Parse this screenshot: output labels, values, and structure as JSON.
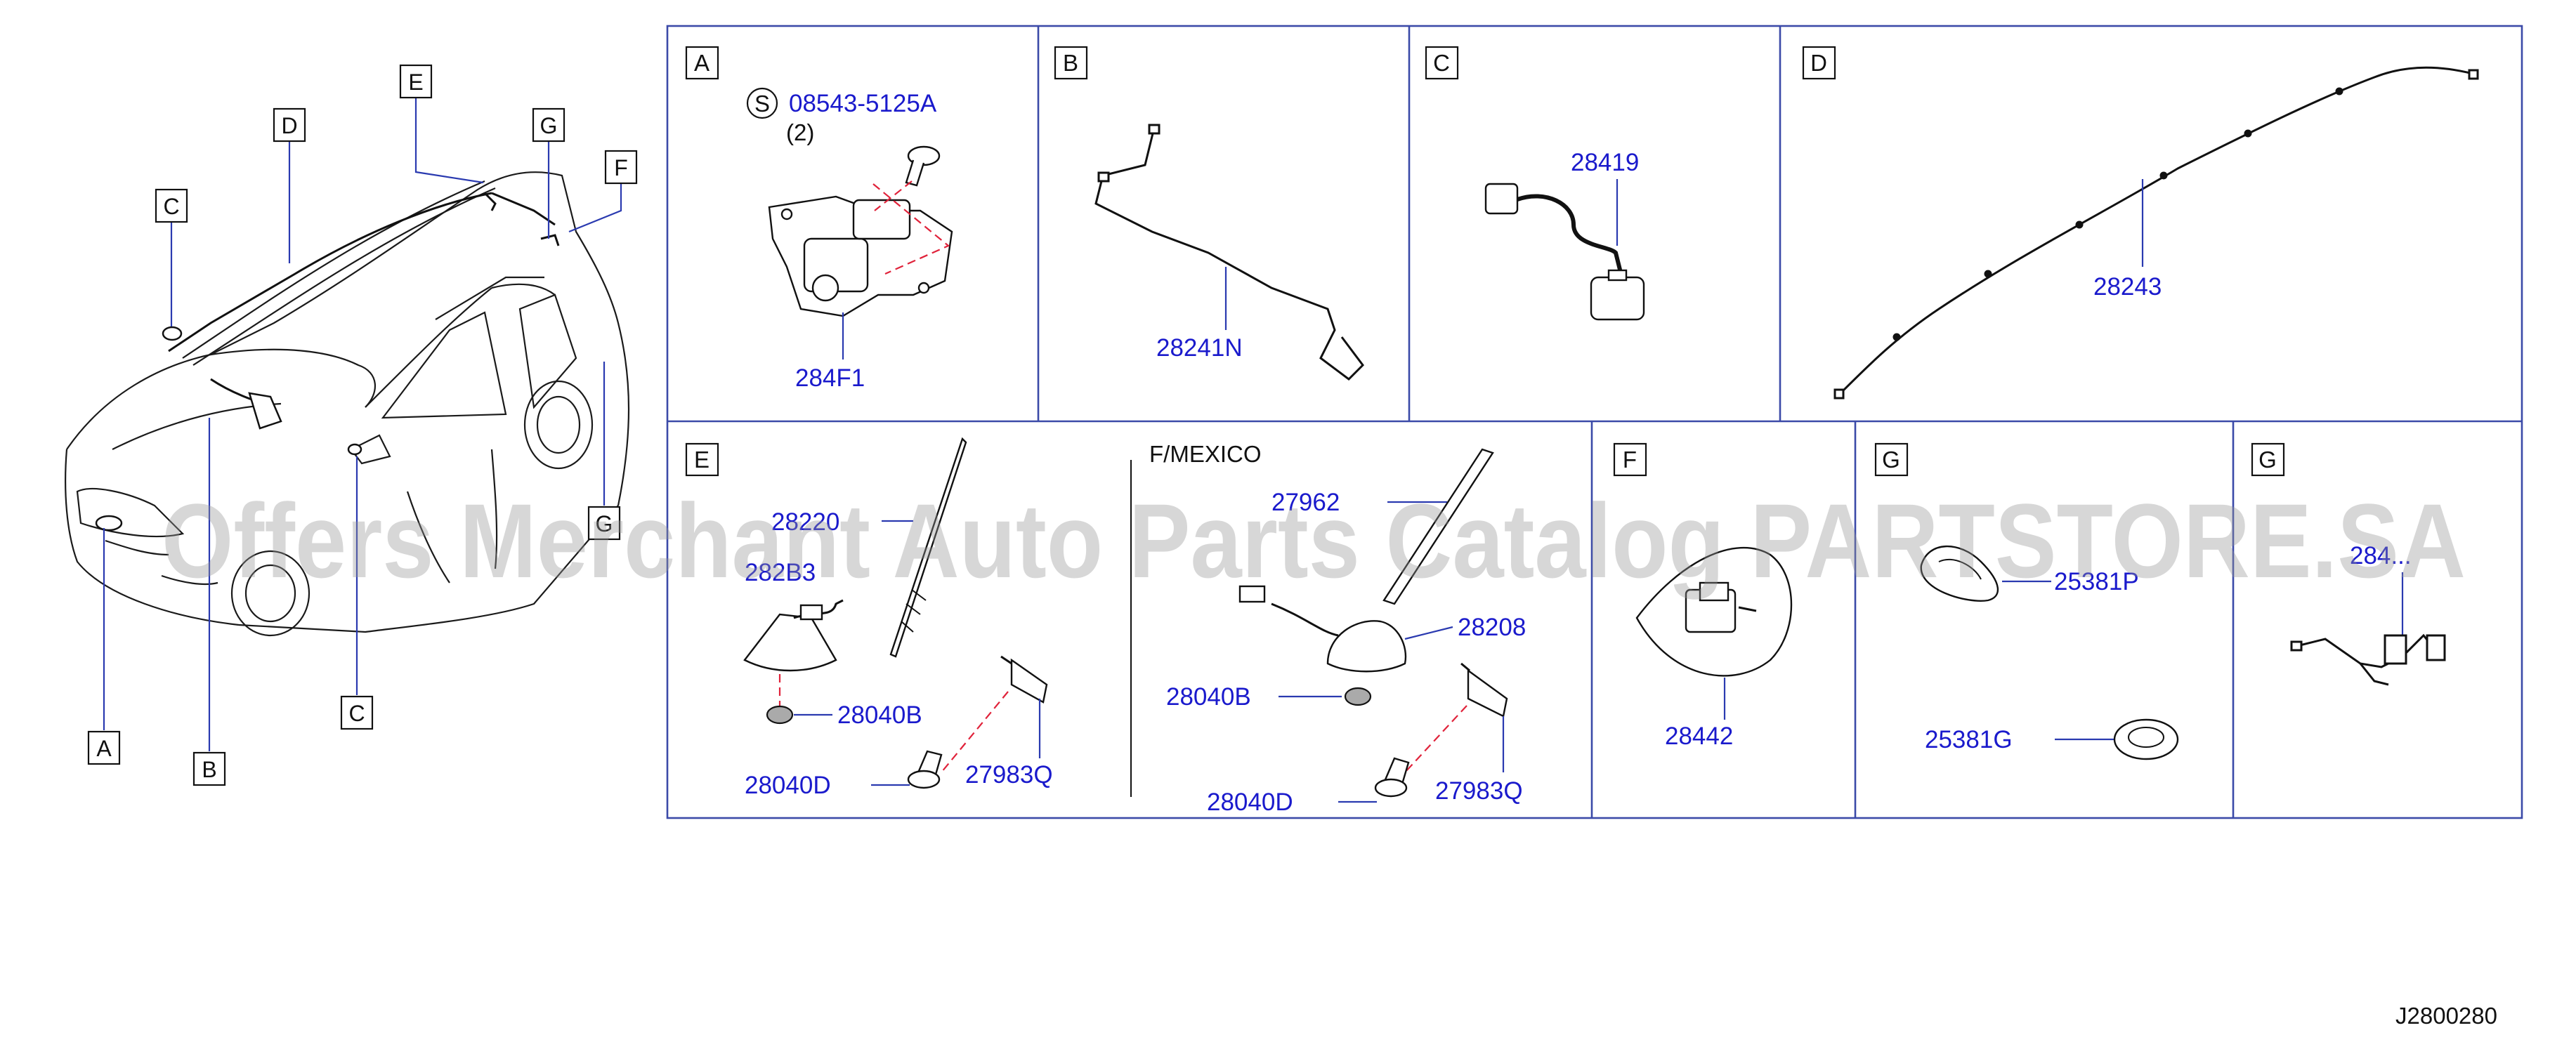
{
  "car": {
    "tags": {
      "a": "A",
      "b": "B",
      "c_top": "C",
      "c_bottom": "C",
      "d": "D",
      "e": "E",
      "f": "F",
      "g_top": "G",
      "g_side": "G"
    }
  },
  "panels": {
    "a": {
      "label": "A",
      "s_symbol": "S",
      "bolt_part": "08543-5125A",
      "bolt_qty": "(2)",
      "camera_part": "284F1"
    },
    "b": {
      "label": "B",
      "harness_part": "28241N"
    },
    "c": {
      "label": "C",
      "camera_part": "28419"
    },
    "d": {
      "label": "D",
      "harness_part": "28243"
    },
    "e": {
      "label": "E",
      "antenna_part": "28220",
      "base_part": "282B3",
      "nut_left": "28040B",
      "bolt_left": "28040D",
      "cable_left": "27983Q",
      "region": "F/MEXICO",
      "rod_part": "27962",
      "base_mexico": "28208",
      "nut_right": "28040B",
      "bolt_right": "28040D",
      "cable_right": "27983Q"
    },
    "f": {
      "label": "F",
      "bracket_part": "28442"
    },
    "g1": {
      "label": "G",
      "grommet_top": "25381P",
      "grommet_bottom": "25381G"
    },
    "g2": {
      "label": "G",
      "harness_part": "284..."
    }
  },
  "diagram_code": "J2800280",
  "watermark": "Offers Merchant Auto Parts Catalog PARTSTORE.SA"
}
